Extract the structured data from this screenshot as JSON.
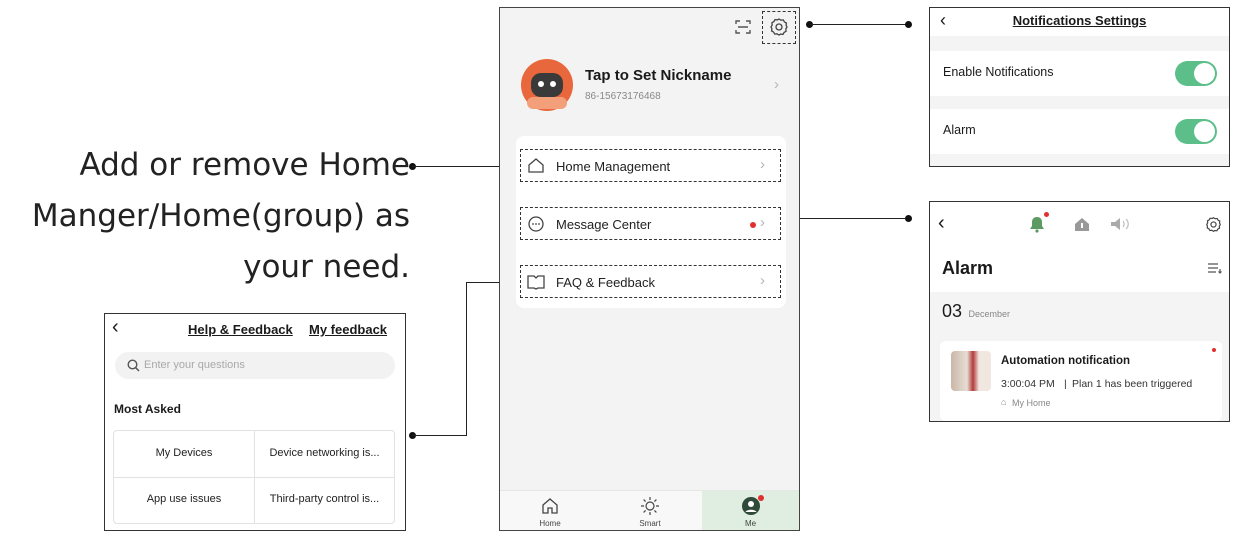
{
  "annotation": {
    "lines": [
      "Add or remove Home",
      "Manger/Home(group) as",
      "your need."
    ]
  },
  "phone": {
    "profile": {
      "nickname": "Tap to Set Nickname",
      "phone": "86-15673176468"
    },
    "menu": [
      {
        "label": "Home Management"
      },
      {
        "label": "Message Center",
        "has_dot": true
      },
      {
        "label": "FAQ & Feedback"
      }
    ],
    "tabs": [
      {
        "label": "Home",
        "icon": "home-icon"
      },
      {
        "label": "Smart",
        "icon": "sun-icon"
      },
      {
        "label": "Me",
        "icon": "user-icon",
        "active": true
      }
    ]
  },
  "notifications_settings": {
    "title": "Notifications Settings",
    "items": [
      {
        "label": "Enable Notifications",
        "on": true
      },
      {
        "label": "Alarm",
        "on": true
      }
    ]
  },
  "alarm": {
    "title": "Alarm",
    "day": "03",
    "month": "December",
    "notification": {
      "title": "Automation notification",
      "time": "3:00:04 PM",
      "message": "Plan 1 has been triggered",
      "home": "My Home"
    }
  },
  "help": {
    "tab_help": "Help & Feedback",
    "tab_mine": "My feedback",
    "search_placeholder": "Enter your questions",
    "section": "Most Asked",
    "grid": [
      [
        "My Devices",
        "Device networking is..."
      ],
      [
        "App use issues",
        "Third-party control is..."
      ]
    ]
  },
  "colors": {
    "accent_green": "#5cbf8a",
    "avatar_orange": "#e8673c",
    "badge_red": "#e0312f",
    "tab_active_bg": "#dfeee0"
  }
}
